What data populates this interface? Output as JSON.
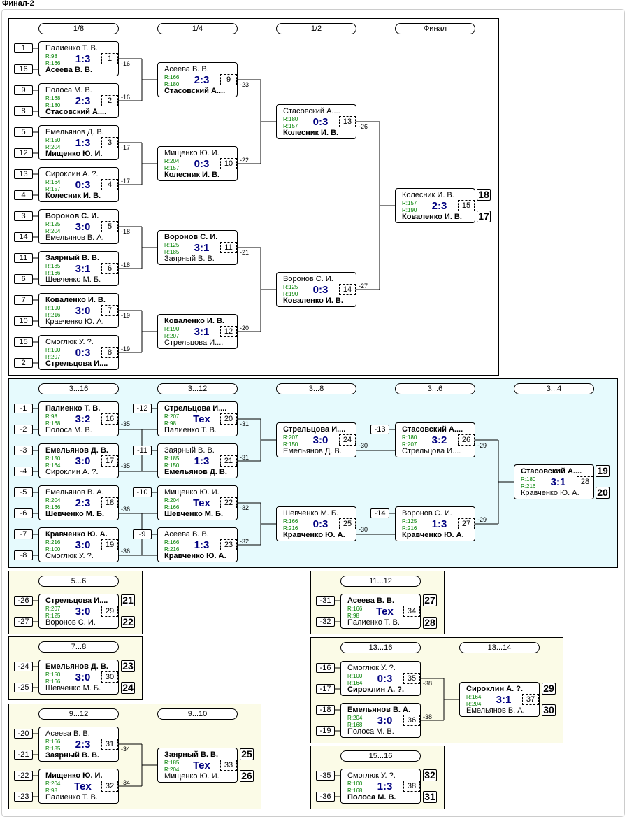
{
  "page_title": "Финал-2",
  "rounds": [
    "1/8",
    "1/4",
    "1/2",
    "Финал",
    "3...16",
    "3...12",
    "3...8",
    "3...6",
    "3...4",
    "5...6",
    "7...8",
    "9...12",
    "9...10",
    "11...12",
    "13...16",
    "13...14",
    "15...16"
  ],
  "seeds": [
    "1",
    "16",
    "9",
    "8",
    "5",
    "12",
    "13",
    "4",
    "3",
    "14",
    "11",
    "6",
    "7",
    "10",
    "15",
    "2",
    "-1",
    "-2",
    "-3",
    "-4",
    "-5",
    "-6",
    "-7",
    "-8",
    "-12",
    "-11",
    "-10",
    "-9",
    "-13",
    "-14",
    "-26",
    "-27",
    "-24",
    "-25",
    "-20",
    "-21",
    "-22",
    "-23",
    "-31",
    "-32",
    "-16",
    "-17",
    "-18",
    "-19",
    "-35",
    "-36"
  ],
  "links": [
    "-16",
    "-16",
    "-17",
    "-17",
    "-18",
    "-18",
    "-19",
    "-19",
    "-23",
    "-22",
    "-21",
    "-20",
    "-26",
    "-27",
    "-35",
    "-35",
    "-36",
    "-36",
    "-31",
    "-31",
    "-32",
    "-32",
    "-30",
    "-30",
    "-29",
    "-29",
    "-34",
    "-34",
    "-38",
    "-38"
  ],
  "places": [
    "18",
    "17",
    "19",
    "20",
    "21",
    "22",
    "23",
    "24",
    "27",
    "28",
    "25",
    "26",
    "29",
    "30",
    "32",
    "31"
  ],
  "matches": [
    {
      "num": "1",
      "p1": "Палиенко Т. В.",
      "p2": "Асеева В. В.",
      "r1": "R:98",
      "r2": "R:166",
      "score": "1:3"
    },
    {
      "num": "2",
      "p1": "Полоса М. В.",
      "p2": "Стасовский А....",
      "r1": "R:168",
      "r2": "R:180",
      "score": "2:3"
    },
    {
      "num": "3",
      "p1": "Емельянов Д. В.",
      "p2": "Мищенко Ю. И.",
      "r1": "R:150",
      "r2": "R:204",
      "score": "1:3"
    },
    {
      "num": "4",
      "p1": "Сироклин А. ?.",
      "p2": "Колесник И. В.",
      "r1": "R:164",
      "r2": "R:157",
      "score": "0:3"
    },
    {
      "num": "5",
      "p1": "Воронов С. И.",
      "p2": "Емельянов В. А.",
      "r1": "R:125",
      "r2": "R:204",
      "score": "3:0"
    },
    {
      "num": "6",
      "p1": "Заярный В. В.",
      "p2": "Шевченко М. Б.",
      "r1": "R:185",
      "r2": "R:166",
      "score": "3:1"
    },
    {
      "num": "7",
      "p1": "Коваленко И. В.",
      "p2": "Кравченко Ю. А.",
      "r1": "R:190",
      "r2": "R:216",
      "score": "3:0"
    },
    {
      "num": "8",
      "p1": "Смоглюк У. ?.",
      "p2": "Стрельцова И....",
      "r1": "R:100",
      "r2": "R:207",
      "score": "0:3"
    },
    {
      "num": "9",
      "p1": "Асеева В. В.",
      "p2": "Стасовский А....",
      "r1": "R:166",
      "r2": "R:180",
      "score": "2:3"
    },
    {
      "num": "10",
      "p1": "Мищенко Ю. И.",
      "p2": "Колесник И. В.",
      "r1": "R:204",
      "r2": "R:157",
      "score": "0:3"
    },
    {
      "num": "11",
      "p1": "Воронов С. И.",
      "p2": "Заярный В. В.",
      "r1": "R:125",
      "r2": "R:185",
      "score": "3:1"
    },
    {
      "num": "12",
      "p1": "Коваленко И. В.",
      "p2": "Стрельцова И....",
      "r1": "R:190",
      "r2": "R:207",
      "score": "3:1"
    },
    {
      "num": "13",
      "p1": "Стасовский А....",
      "p2": "Колесник И. В.",
      "r1": "R:180",
      "r2": "R:157",
      "score": "0:3"
    },
    {
      "num": "14",
      "p1": "Воронов С. И.",
      "p2": "Коваленко И. В.",
      "r1": "R:125",
      "r2": "R:190",
      "score": "0:3"
    },
    {
      "num": "15",
      "p1": "Колесник И. В.",
      "p2": "Коваленко И. В.",
      "r1": "R:157",
      "r2": "R:190",
      "score": "2:3"
    },
    {
      "num": "16",
      "p1": "Палиенко Т. В.",
      "p2": "Полоса М. В.",
      "r1": "R:98",
      "r2": "R:168",
      "score": "3:2"
    },
    {
      "num": "17",
      "p1": "Емельянов Д. В.",
      "p2": "Сироклин А. ?.",
      "r1": "R:150",
      "r2": "R:164",
      "score": "3:0"
    },
    {
      "num": "18",
      "p1": "Емельянов В. А.",
      "p2": "Шевченко М. Б.",
      "r1": "R:204",
      "r2": "R:166",
      "score": "2:3"
    },
    {
      "num": "19",
      "p1": "Кравченко Ю. А.",
      "p2": "Смоглюк У. ?.",
      "r1": "R:216",
      "r2": "R:100",
      "score": "3:0"
    },
    {
      "num": "20",
      "p1": "Стрельцова И....",
      "p2": "Палиенко Т. В.",
      "r1": "R:207",
      "r2": "R:98",
      "score": "Tex"
    },
    {
      "num": "21",
      "p1": "Заярный В. В.",
      "p2": "Емельянов Д. В.",
      "r1": "R:185",
      "r2": "R:150",
      "score": "1:3"
    },
    {
      "num": "22",
      "p1": "Мищенко Ю. И.",
      "p2": "Шевченко М. Б.",
      "r1": "R:204",
      "r2": "R:166",
      "score": "Tex"
    },
    {
      "num": "23",
      "p1": "Асеева В. В.",
      "p2": "Кравченко Ю. А.",
      "r1": "R:166",
      "r2": "R:216",
      "score": "1:3"
    },
    {
      "num": "24",
      "p1": "Стрельцова И....",
      "p2": "Емельянов Д. В.",
      "r1": "R:207",
      "r2": "R:150",
      "score": "3:0"
    },
    {
      "num": "25",
      "p1": "Шевченко М. Б.",
      "p2": "Кравченко Ю. А.",
      "r1": "R:166",
      "r2": "R:216",
      "score": "0:3"
    },
    {
      "num": "26",
      "p1": "Стасовский А....",
      "p2": "Стрельцова И....",
      "r1": "R:180",
      "r2": "R:207",
      "score": "3:2"
    },
    {
      "num": "27",
      "p1": "Воронов С. И.",
      "p2": "Кравченко Ю. А.",
      "r1": "R:125",
      "r2": "R:216",
      "score": "1:3"
    },
    {
      "num": "28",
      "p1": "Стасовский А....",
      "p2": "Кравченко Ю. А.",
      "r1": "R:180",
      "r2": "R:216",
      "score": "3:1"
    },
    {
      "num": "29",
      "p1": "Стрельцова И....",
      "p2": "Воронов С. И.",
      "r1": "R:207",
      "r2": "R:125",
      "score": "3:0"
    },
    {
      "num": "30",
      "p1": "Емельянов Д. В.",
      "p2": "Шевченко М. Б.",
      "r1": "R:150",
      "r2": "R:166",
      "score": "3:0"
    },
    {
      "num": "31",
      "p1": "Асеева В. В.",
      "p2": "Заярный В. В.",
      "r1": "R:166",
      "r2": "R:185",
      "score": "2:3"
    },
    {
      "num": "32",
      "p1": "Мищенко Ю. И.",
      "p2": "Палиенко Т. В.",
      "r1": "R:204",
      "r2": "R:98",
      "score": "Tex"
    },
    {
      "num": "33",
      "p1": "Заярный В. В.",
      "p2": "Мищенко Ю. И.",
      "r1": "R:185",
      "r2": "R:204",
      "score": "Tex"
    },
    {
      "num": "34",
      "p1": "Асеева В. В.",
      "p2": "Палиенко Т. В.",
      "r1": "R:166",
      "r2": "R:98",
      "score": "Tex"
    },
    {
      "num": "35",
      "p1": "Смоглюк У. ?.",
      "p2": "Сироклин А. ?.",
      "r1": "R:100",
      "r2": "R:164",
      "score": "0:3"
    },
    {
      "num": "36",
      "p1": "Емельянов В. А.",
      "p2": "Полоса М. В.",
      "r1": "R:204",
      "r2": "R:168",
      "score": "3:0"
    },
    {
      "num": "37",
      "p1": "Сироклин А. ?.",
      "p2": "Емельянов В. А.",
      "r1": "R:164",
      "r2": "R:204",
      "score": "3:1"
    },
    {
      "num": "38",
      "p1": "Смоглюк У. ?.",
      "p2": "Полоса М. В.",
      "r1": "R:100",
      "r2": "R:168",
      "score": "1:3"
    }
  ]
}
